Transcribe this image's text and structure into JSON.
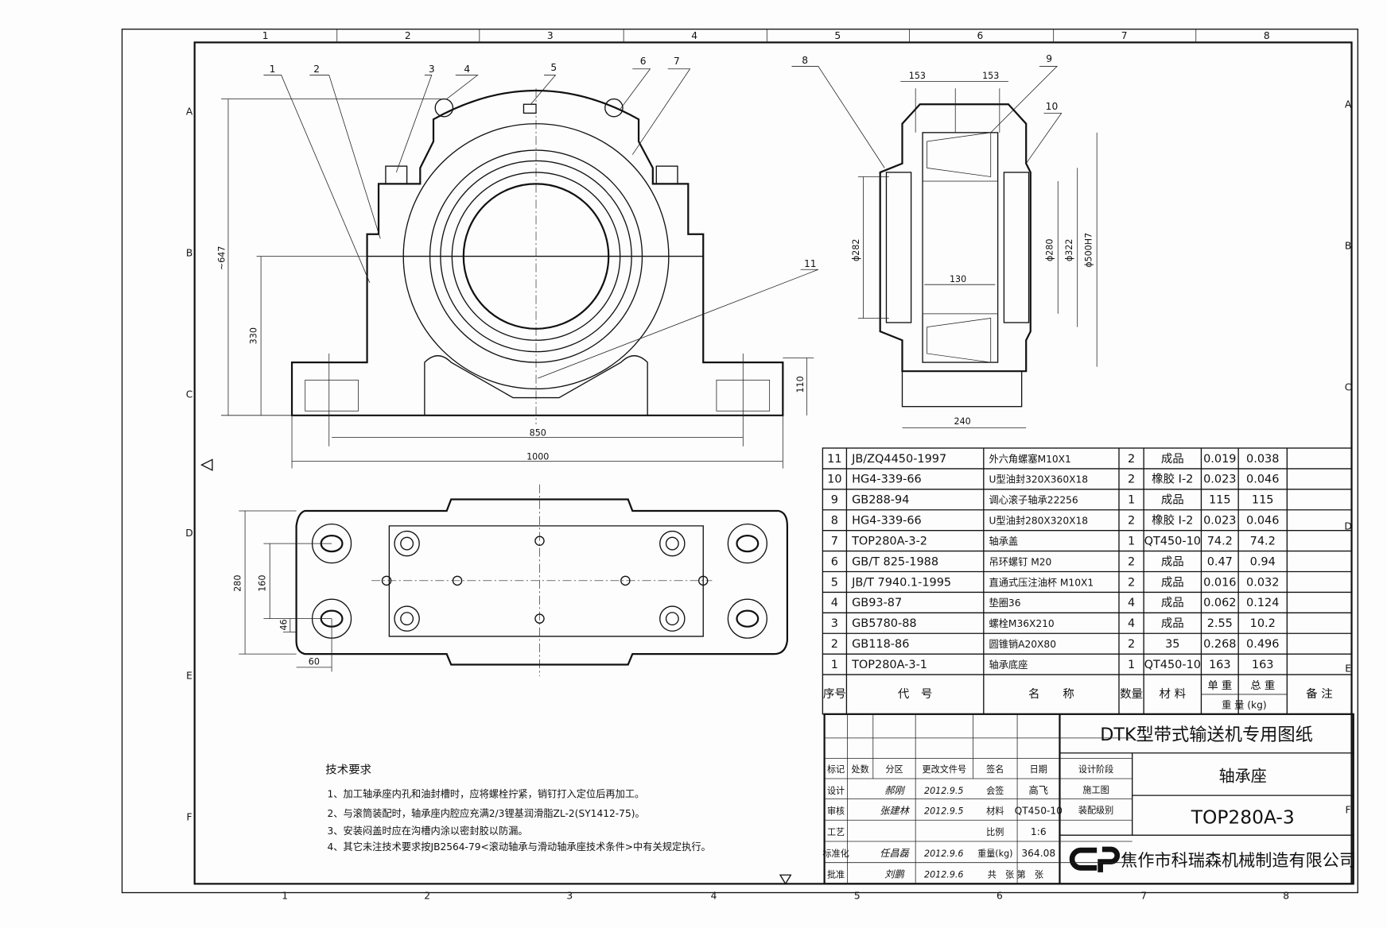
{
  "frame": {
    "zone_cols": [
      "1",
      "2",
      "3",
      "4",
      "5",
      "6",
      "7",
      "8"
    ],
    "zone_rows": [
      "A",
      "B",
      "C",
      "D",
      "E",
      "F"
    ]
  },
  "balloons": [
    "1",
    "2",
    "3",
    "4",
    "5",
    "6",
    "7",
    "8",
    "9",
    "10",
    "11"
  ],
  "dimensions": {
    "front": {
      "h647": "~647",
      "h330": "330",
      "h110": "110",
      "w850": "850",
      "w1000": "1000"
    },
    "side": {
      "w153a": "153",
      "w153b": "153",
      "d282": "ϕ282",
      "d280": "ϕ280",
      "d322": "ϕ322",
      "d500": "ϕ500H7",
      "w130": "130",
      "w240": "240"
    },
    "plan": {
      "h280": "280",
      "h160": "160",
      "h46": "46",
      "w60": "60"
    }
  },
  "parts_table": {
    "rows": [
      [
        "11",
        "JB/ZQ4450-1997",
        "外六角螺塞M10X1",
        "2",
        "成品",
        "0.019",
        "0.038",
        ""
      ],
      [
        "10",
        "HG4-339-66",
        "U型油封320X360X18",
        "2",
        "橡胶 I-2",
        "0.023",
        "0.046",
        ""
      ],
      [
        "9",
        "GB288-94",
        "调心滚子轴承22256",
        "1",
        "成品",
        "115",
        "115",
        ""
      ],
      [
        "8",
        "HG4-339-66",
        "U型油封280X320X18",
        "2",
        "橡胶 I-2",
        "0.023",
        "0.046",
        ""
      ],
      [
        "7",
        "TOP280A-3-2",
        "轴承盖",
        "1",
        "QT450-10",
        "74.2",
        "74.2",
        ""
      ],
      [
        "6",
        "GB/T 825-1988",
        "吊环螺钉 M20",
        "2",
        "成品",
        "0.47",
        "0.94",
        ""
      ],
      [
        "5",
        "JB/T 7940.1-1995",
        "直通式压注油杯 M10X1",
        "2",
        "成品",
        "0.016",
        "0.032",
        ""
      ],
      [
        "4",
        "GB93-87",
        "垫圈36",
        "4",
        "成品",
        "0.062",
        "0.124",
        ""
      ],
      [
        "3",
        "GB5780-88",
        "螺栓M36X210",
        "4",
        "成品",
        "2.55",
        "10.2",
        ""
      ],
      [
        "2",
        "GB118-86",
        "圆锥销A20X80",
        "2",
        "35",
        "0.268",
        "0.496",
        ""
      ],
      [
        "1",
        "TOP280A-3-1",
        "轴承底座",
        "1",
        "QT450-10",
        "163",
        "163",
        ""
      ]
    ],
    "header": {
      "seq": "序号",
      "code": "代　号",
      "name": "名　　称",
      "qty": "数量",
      "material": "材 料",
      "unit_weight": "单 重",
      "total_weight": "总 重",
      "weight": "重 量 (kg)",
      "remark": "备 注"
    }
  },
  "tech_requirements": {
    "title": "技术要求",
    "items": [
      "1、加工轴承座内孔和油封槽时，应将螺栓拧紧，销钉打入定位后再加工。",
      "2、与滚筒装配时，轴承座内腔应充满2/3锂基润滑脂ZL-2(SY1412-75)。",
      "3、安装闷盖时应在沟槽内涂以密封胶以防漏。",
      "4、其它未注技术要求按JB2564-79<滚动轴承与滑动轴承座技术条件>中有关规定执行。"
    ]
  },
  "title_block": {
    "series_title": "DTK型带式输送机专用图纸",
    "part_name": "轴承座",
    "drawing_number": "TOP280A-3",
    "company": "焦作市科瑞森机械制造有限公司",
    "headers": [
      "标记",
      "处数",
      "分区",
      "更改文件号",
      "签名",
      "日期"
    ],
    "design_stage_label": "设计阶段",
    "design_stage": "施工图",
    "assembly_level_label": "装配级别",
    "rows": {
      "design": {
        "label": "设计",
        "signature": "郝刚",
        "date": "2012.9.5",
        "label2": "会签",
        "value2": "高飞"
      },
      "review": {
        "label": "审核",
        "signature": "张建林",
        "date": "2012.9.5",
        "label2": "材料",
        "value2": "QT450-10"
      },
      "process": {
        "label": "工艺",
        "label2": "比例",
        "value2": "1:6"
      },
      "standard": {
        "label": "标准化",
        "signature": "任昌磊",
        "date": "2012.9.6",
        "label2": "重量(kg)",
        "value2": "364.08"
      },
      "approve": {
        "label": "批准",
        "signature": "刘鹏",
        "date": "2012.9.6",
        "label2": "共　张 第　张"
      }
    }
  }
}
